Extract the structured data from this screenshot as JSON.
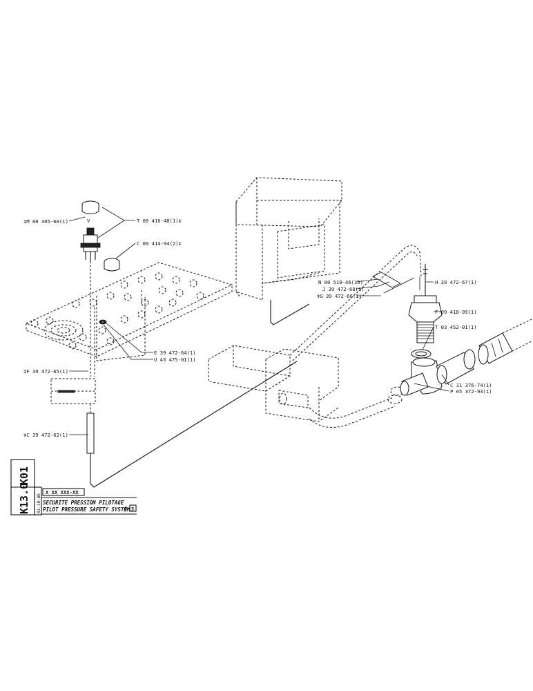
{
  "labels": {
    "m": "‡M 00 405-60(1)",
    "t06": "T 06 416-48(1)‡",
    "c00": "C 00 414-94(2)‡",
    "e": "E 39 472-64(1)",
    "u": "U 43 475-01(1)",
    "f39": "‡F 39 472-65(1)",
    "c39": "‡C 39 472-62(1)",
    "n": "N 00 519-46(15)",
    "j": "J 39 472-68(1)",
    "g": "‡G 39 472-66(1)",
    "h": "H 39 472-67(1)",
    "f09": "F 09 418-09(1)",
    "t03": "T 03 452-01(1)",
    "c11": "C 11 376-74(1)",
    "p": "P 05 372-93(1)"
  },
  "title_block": {
    "code_a": "K01",
    "code_b": "K13.0",
    "serial": "X XX XXX-XX",
    "date": "01-10-86",
    "title_fr": "SECURITE PRESSION PILOTAGE",
    "title_en": "PILOT PRESSURE SAFETY SYSTEM",
    "ref": "5"
  }
}
